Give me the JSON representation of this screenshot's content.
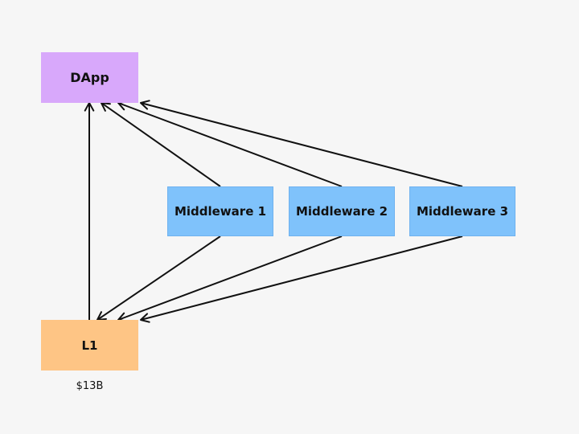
{
  "nodes": {
    "dapp": {
      "label": "DApp",
      "color": "#d8a8fb"
    },
    "l1": {
      "label": "L1",
      "color": "#fec585"
    },
    "mw1": {
      "label": "Middleware 1",
      "color": "#7fc2fb"
    },
    "mw2": {
      "label": "Middleware 2",
      "color": "#7fc2fb"
    },
    "mw3": {
      "label": "Middleware 3",
      "color": "#7fc2fb"
    }
  },
  "l1_caption": "$13B",
  "edges": [
    {
      "from": "l1",
      "to": "dapp"
    },
    {
      "from": "mw1",
      "to": "dapp"
    },
    {
      "from": "mw2",
      "to": "dapp"
    },
    {
      "from": "mw3",
      "to": "dapp"
    },
    {
      "from": "mw1",
      "to": "l1"
    },
    {
      "from": "mw2",
      "to": "l1"
    },
    {
      "from": "mw3",
      "to": "l1"
    }
  ],
  "edge_color": "#111111"
}
